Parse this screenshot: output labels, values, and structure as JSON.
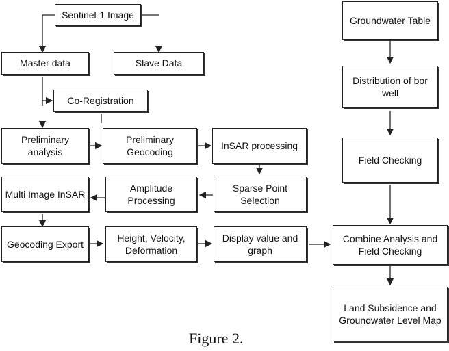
{
  "boxes": {
    "sentinel": "Sentinel-1 Image",
    "master": "Master data",
    "slave": "Slave Data",
    "coreg": "Co-Registration",
    "prelim_analysis": "Preliminary analysis",
    "prelim_geocoding": "Preliminary Geocoding",
    "insar_processing": "InSAR processing",
    "multi_image": "Multi Image InSAR",
    "amplitude": "Amplitude Processing",
    "sparse_point": "Sparse Point Selection",
    "geocoding_export": "Geocoding Export",
    "height_velocity": "Height, Velocity, Deformation",
    "display_value": "Display value and graph",
    "groundwater_table": "Groundwater Table",
    "distribution": "Distribution of bor well",
    "field_checking": "Field Checking",
    "combine": "Combine Analysis and Field Checking",
    "land_subsidence": "Land Subsidence and Groundwater Level Map"
  },
  "caption": "Figure 2."
}
